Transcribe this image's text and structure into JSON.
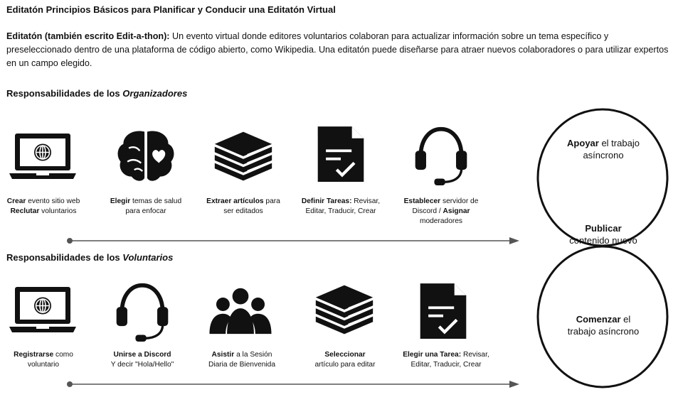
{
  "title": "Editatón Principios Básicos para Planificar y Conducir una Editatón Virtual",
  "intro": {
    "term": "Editatón (también escrito Edit-a-thon):",
    "text": " Un evento virtual donde editores voluntarios colaboran para actualizar información sobre un tema específico y preseleccionado dentro de una plataforma de código abierto, como Wikipedia. Una editatón puede diseñarse para atraer nuevos colaboradores o para utilizar expertos en un campo elegido."
  },
  "organizers": {
    "heading_prefix": "Responsabilidades de los ",
    "heading_emph": "Organizadores",
    "steps": [
      {
        "icon": "laptop-globe-icon",
        "b1": "Crear",
        "t1": " evento sitio web",
        "b2": "Reclutar",
        "t2": " voluntarios",
        "b3": "",
        "t3": ""
      },
      {
        "icon": "brain-heart-icon",
        "b1": "Elegir",
        "t1": " temas de salud",
        "b2": "",
        "t2": "para enfocar",
        "b3": "",
        "t3": ""
      },
      {
        "icon": "book-stack-icon",
        "b1": "Extraer artículos",
        "t1": " para",
        "b2": "",
        "t2": "ser editados",
        "b3": "",
        "t3": ""
      },
      {
        "icon": "task-document-icon",
        "b1": "Definir Tareas:",
        "t1": " Revisar,",
        "b2": "",
        "t2": "Editar, Traducir, Crear",
        "b3": "",
        "t3": ""
      },
      {
        "icon": "headset-icon",
        "b1": "Establecer",
        "t1": " servidor de",
        "b2": "",
        "t2": "Discord / ",
        "b3": "Asignar",
        "t3": "moderadores"
      }
    ]
  },
  "volunteers": {
    "heading_prefix": "Responsabilidades de los ",
    "heading_emph": "Voluntarios",
    "steps": [
      {
        "icon": "laptop-globe-icon",
        "b1": "Registrarse",
        "t1": " como",
        "b2": "",
        "t2": "voluntario",
        "b3": "",
        "t3": ""
      },
      {
        "icon": "headset-icon",
        "b1": "Unirse a Discord",
        "t1": "",
        "b2": "",
        "t2": "Y decir \"Hola/Hello\"",
        "b3": "",
        "t3": ""
      },
      {
        "icon": "group-people-icon",
        "b1": "Asistir",
        "t1": " a la Sesión",
        "b2": "",
        "t2": "Diaria de Bienvenida",
        "b3": "",
        "t3": ""
      },
      {
        "icon": "book-stack-icon",
        "b1": "Seleccionar",
        "t1": "",
        "b2": "",
        "t2": "artículo para editar",
        "b3": "",
        "t3": ""
      },
      {
        "icon": "task-document-icon",
        "b1": "Elegir una Tarea:",
        "t1": " Revisar,",
        "b2": "",
        "t2": "Editar, Traducir, Crear",
        "b3": "",
        "t3": ""
      }
    ]
  },
  "venn": {
    "top": {
      "bold": "Apoyar",
      "rest": " el trabajo",
      "line2": "asíncrono"
    },
    "middle": {
      "bold": "Publicar",
      "line2": "contenido nuevo"
    },
    "bottom": {
      "bold": "Comenzar",
      "rest": " el",
      "line2": "trabajo asíncrono"
    }
  }
}
